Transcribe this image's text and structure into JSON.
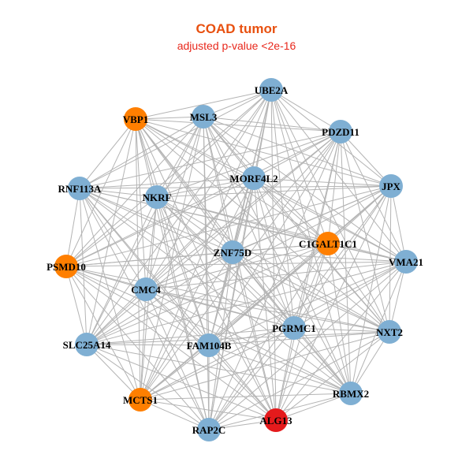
{
  "title": "COAD tumor",
  "subtitle": "adjusted p-value <2e-16",
  "colors": {
    "title": "#e8500f",
    "subtitle": "#e8281c",
    "edge": "#b4b4b4",
    "blue": "#7fafd3",
    "orange": "#ff7f00",
    "red": "#e41a1c"
  },
  "nodes": [
    {
      "id": "UBE2A",
      "label": "UBE2A",
      "group": "blue"
    },
    {
      "id": "VBP1",
      "label": "VBP1",
      "group": "orange"
    },
    {
      "id": "MSL3",
      "label": "MSL3",
      "group": "blue"
    },
    {
      "id": "PDZD11",
      "label": "PDZD11",
      "group": "blue"
    },
    {
      "id": "RNF113A",
      "label": "RNF113A",
      "group": "blue"
    },
    {
      "id": "NKRF",
      "label": "NKRF",
      "group": "blue"
    },
    {
      "id": "MORF4L2",
      "label": "MORF4L2",
      "group": "blue"
    },
    {
      "id": "JPX",
      "label": "JPX",
      "group": "blue"
    },
    {
      "id": "PSMD10",
      "label": "PSMD10",
      "group": "orange"
    },
    {
      "id": "ZNF75D",
      "label": "ZNF75D",
      "group": "blue"
    },
    {
      "id": "C1GALT1C1",
      "label": "C1GALT1C1",
      "group": "orange"
    },
    {
      "id": "VMA21",
      "label": "VMA21",
      "group": "blue"
    },
    {
      "id": "CMC4",
      "label": "CMC4",
      "group": "blue"
    },
    {
      "id": "SLC25A14",
      "label": "SLC25A14",
      "group": "blue"
    },
    {
      "id": "FAM104B",
      "label": "FAM104B",
      "group": "blue"
    },
    {
      "id": "PGRMC1",
      "label": "PGRMC1",
      "group": "blue"
    },
    {
      "id": "NXT2",
      "label": "NXT2",
      "group": "blue"
    },
    {
      "id": "MCTS1",
      "label": "MCTS1",
      "group": "orange"
    },
    {
      "id": "RBMX2",
      "label": "RBMX2",
      "group": "blue"
    },
    {
      "id": "RAP2C",
      "label": "RAP2C",
      "group": "blue"
    },
    {
      "id": "ALG13",
      "label": "ALG13",
      "group": "red"
    }
  ],
  "edges": "all-pairs"
}
